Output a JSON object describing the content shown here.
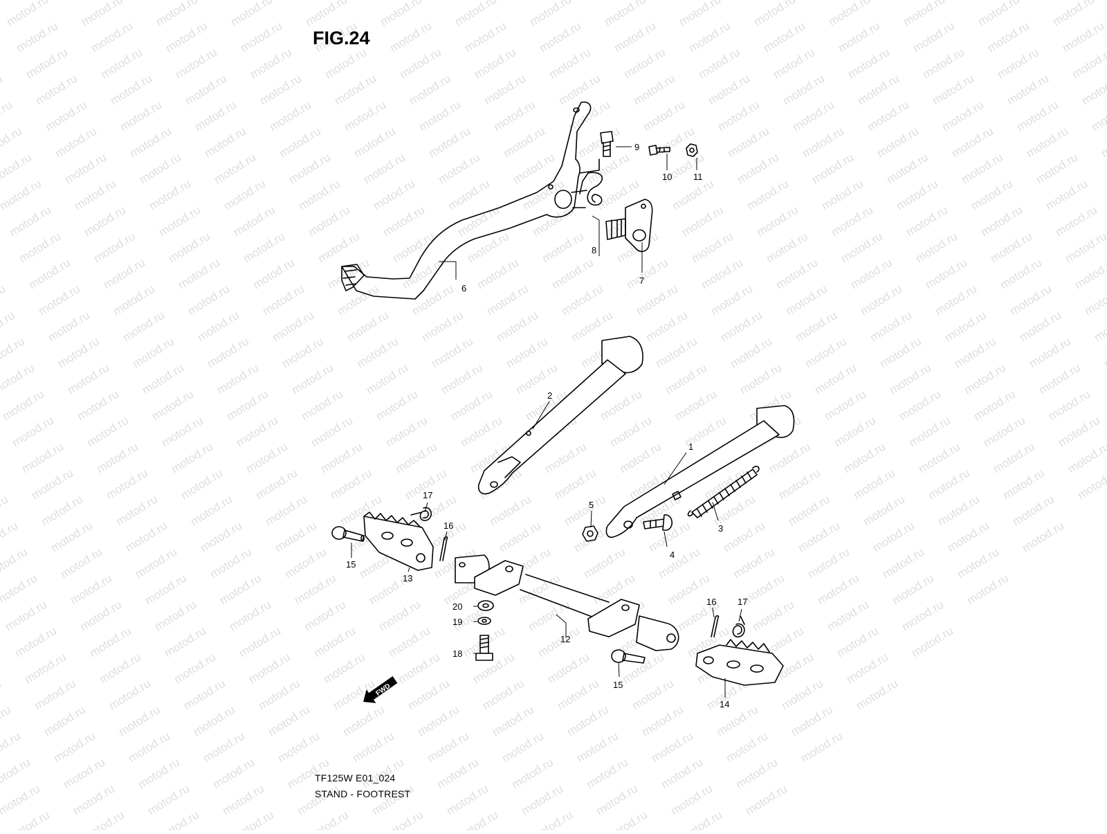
{
  "figure": {
    "title": "FIG.24",
    "code": "TF125W E01_024",
    "caption": "STAND - FOOTREST",
    "watermark": "motod.ru",
    "direction_label": "FWD"
  },
  "callouts": [
    "1",
    "2",
    "3",
    "4",
    "5",
    "6",
    "7",
    "8",
    "9",
    "10",
    "11",
    "12",
    "13",
    "14",
    "15",
    "15",
    "16",
    "16",
    "17",
    "17",
    "18",
    "19",
    "20"
  ],
  "parts": [
    {
      "ref": "1",
      "name": "side-stand"
    },
    {
      "ref": "2",
      "name": "side-stand-arm"
    },
    {
      "ref": "3",
      "name": "stand-spring"
    },
    {
      "ref": "4",
      "name": "stand-bolt"
    },
    {
      "ref": "5",
      "name": "stand-nut"
    },
    {
      "ref": "6",
      "name": "brake-pedal"
    },
    {
      "ref": "7",
      "name": "pedal-shaft"
    },
    {
      "ref": "8",
      "name": "pedal-spring"
    },
    {
      "ref": "9",
      "name": "pedal-stopper-bolt"
    },
    {
      "ref": "10",
      "name": "bolt"
    },
    {
      "ref": "11",
      "name": "nut"
    },
    {
      "ref": "12",
      "name": "footrest-bracket"
    },
    {
      "ref": "13",
      "name": "footrest-left"
    },
    {
      "ref": "14",
      "name": "footrest-right"
    },
    {
      "ref": "15",
      "name": "footrest-pin"
    },
    {
      "ref": "16",
      "name": "cotter-pin"
    },
    {
      "ref": "17",
      "name": "footrest-spring"
    },
    {
      "ref": "18",
      "name": "bracket-bolt"
    },
    {
      "ref": "19",
      "name": "lock-washer"
    },
    {
      "ref": "20",
      "name": "washer"
    }
  ]
}
